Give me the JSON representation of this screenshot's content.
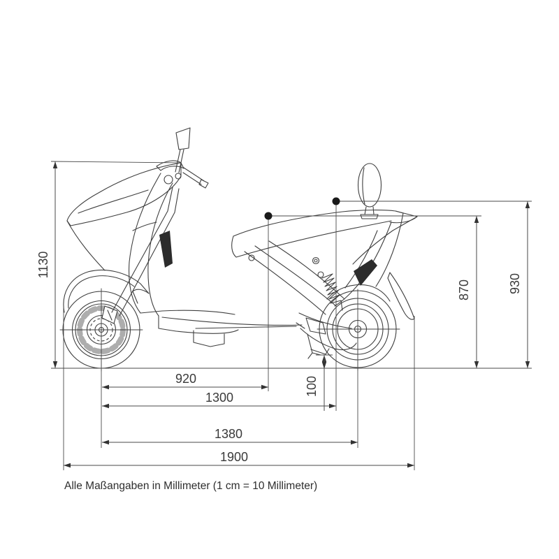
{
  "page": {
    "background": "#ffffff",
    "drawing_line_color": "#3f3f3f",
    "dimension_line_color": "#4a4a4a",
    "text_color": "#3a3a3a"
  },
  "diagram": {
    "type": "technical-dimension-drawing",
    "subject": "electric scooter side view with measurement lines",
    "unit_note_visible": true
  },
  "dims": {
    "d1130": "1130",
    "d870": "870",
    "d930": "930",
    "d100": "100",
    "d920": "920",
    "d1300": "1300",
    "d1380": "1380",
    "d1900": "1900"
  },
  "caption": "Alle Maßangaben in Millimeter (1 cm = 10 Millimeter)"
}
